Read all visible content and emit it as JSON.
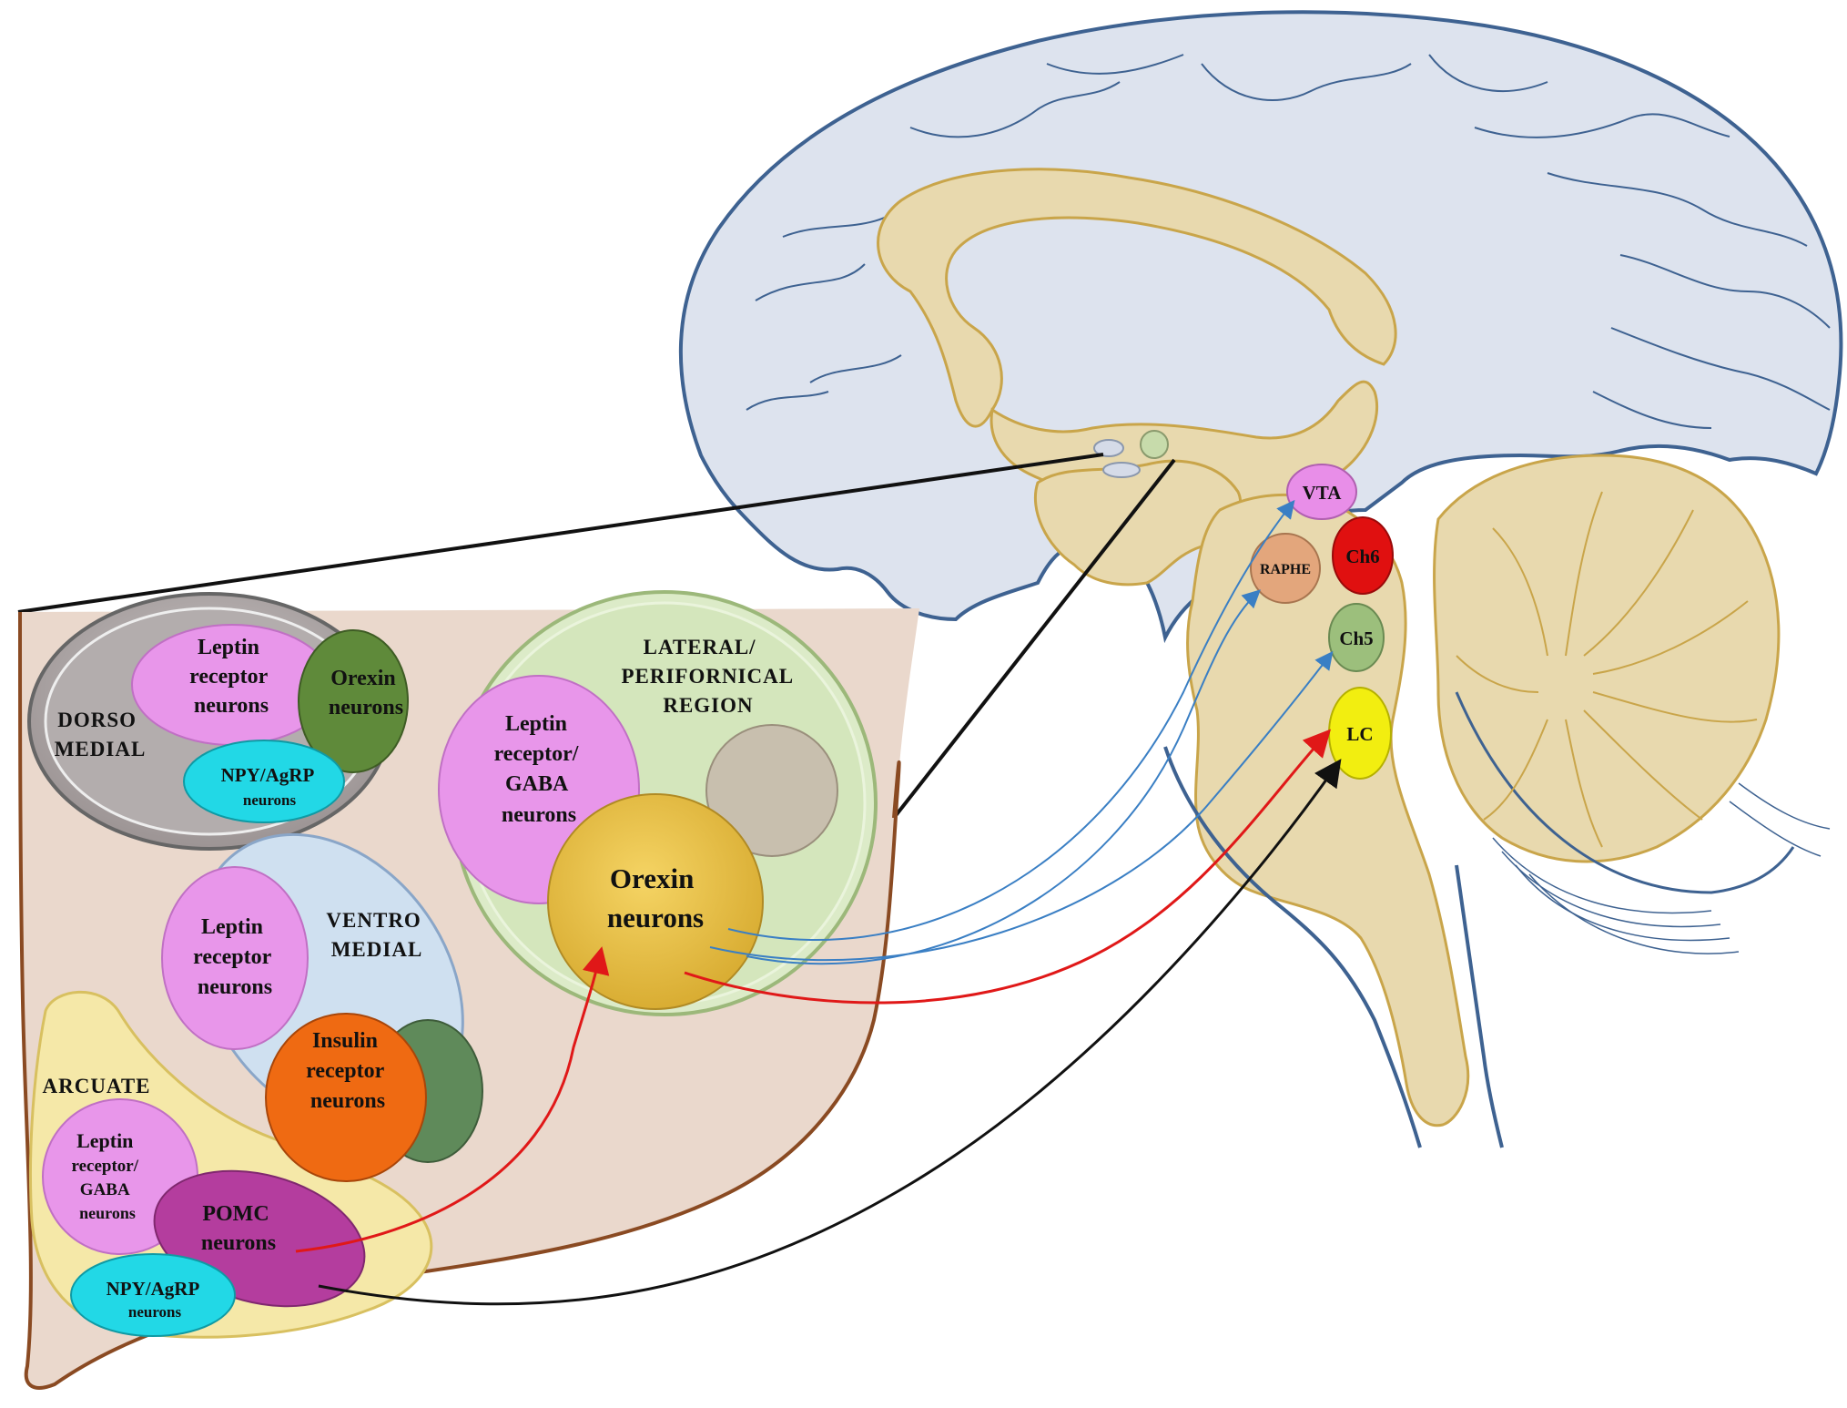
{
  "regions": {
    "dorsomedial": {
      "label": [
        "DORSO",
        "MEDIAL"
      ],
      "leptin": [
        "Leptin",
        "receptor",
        "neurons"
      ],
      "orexin": [
        "Orexin",
        "neurons"
      ],
      "npy": [
        "NPY/AgRP",
        "neurons"
      ]
    },
    "ventromedial": {
      "label": [
        "VENTRO",
        "MEDIAL"
      ],
      "leptin": [
        "Leptin",
        "receptor",
        "neurons"
      ],
      "insulin": [
        "Insulin",
        "receptor",
        "neurons"
      ]
    },
    "arcuate": {
      "label": "ARCUATE",
      "leptin": [
        "Leptin",
        "receptor/",
        "GABA",
        "neurons"
      ],
      "pomc": [
        "POMC",
        "neurons"
      ],
      "npy": [
        "NPY/AgRP",
        "neurons"
      ]
    },
    "lateral": {
      "label": [
        "LATERAL/",
        "PERIFORNICAL",
        "REGION"
      ],
      "leptin": [
        "Leptin",
        "receptor/",
        "GABA",
        "neurons"
      ],
      "orexin": [
        "Orexin",
        "neurons"
      ]
    }
  },
  "brainstem_nuclei": {
    "vta": "VTA",
    "raphe": "RAPHE",
    "ch6": "Ch6",
    "ch5": "Ch5",
    "lc": "LC"
  },
  "colors": {
    "leptin": "#e896ea",
    "orexin_dm": "#5f8a3a",
    "npy": "#22d8e6",
    "insulin": "#ef6a12",
    "pomc": "#b43d9e",
    "orexin_lat": "#e8c24a",
    "vta": "#e88ee8",
    "raphe": "#e3a67c",
    "ch6": "#e01010",
    "ch5": "#9cbf7c",
    "lc": "#f2ee10",
    "brain_fill": "#dde3ee",
    "brain_outline": "#3e6291",
    "midline_fill": "#e8d9ae",
    "midline_outline": "#c9a54a"
  }
}
